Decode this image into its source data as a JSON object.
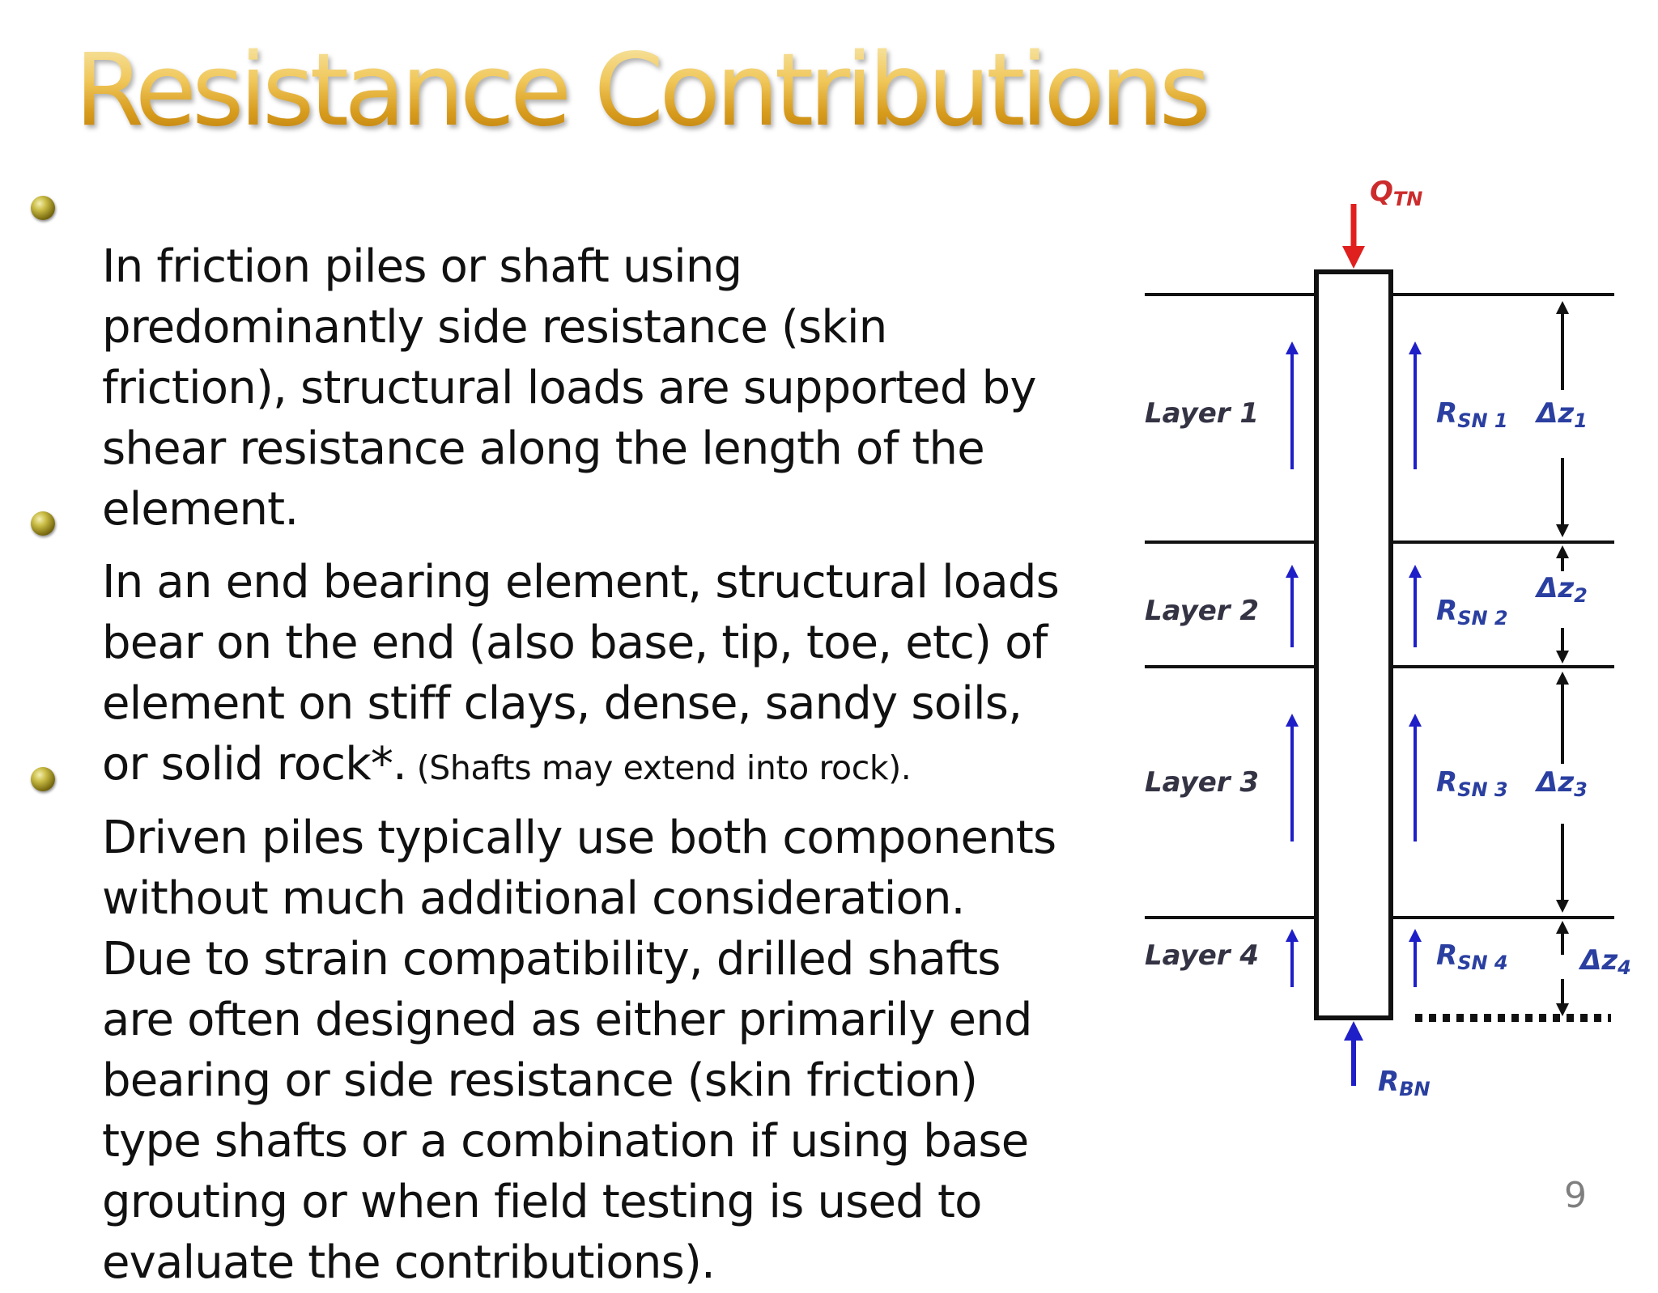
{
  "title": "Resistance Contributions",
  "bullets": [
    {
      "text": "In friction piles or shaft using\npredominantly side resistance (skin\nfriction), structural loads are supported by\nshear resistance along the length of the\nelement."
    },
    {
      "text": "In an end bearing element, structural loads\nbear on the end (also base, tip, toe, etc) of\nelement on stiff clays, dense, sandy soils,\nor solid rock*.",
      "note": " (Shafts may extend into rock)."
    },
    {
      "text": "Driven piles typically use both components\nwithout much additional consideration.\nDue to strain compatibility, drilled shafts\nare often designed as either primarily end\nbearing or side resistance (skin friction)\ntype shafts or a combination if using base\ngrouting or when field testing is used to\nevaluate the contributions)."
    }
  ],
  "diagram": {
    "top_load": {
      "main": "Q",
      "sub": "TN"
    },
    "base_resistance": {
      "main": "R",
      "sub": "BN"
    },
    "layers": [
      {
        "label": "Layer 1",
        "side": {
          "main": "R",
          "sub": "SN 1"
        },
        "dz": {
          "main": "Δz",
          "sub": "1"
        }
      },
      {
        "label": "Layer 2",
        "side": {
          "main": "R",
          "sub": "SN 2"
        },
        "dz": {
          "main": "Δz",
          "sub": "2"
        }
      },
      {
        "label": "Layer 3",
        "side": {
          "main": "R",
          "sub": "SN 3"
        },
        "dz": {
          "main": "Δz",
          "sub": "3"
        }
      },
      {
        "label": "Layer 4",
        "side": {
          "main": "R",
          "sub": "SN 4"
        },
        "dz": {
          "main": "Δz",
          "sub": "4"
        }
      }
    ],
    "colors": {
      "load_arrow": "#e0201e",
      "resistance_arrow": "#1f1fc8",
      "label": "#333344",
      "symbol": "#2a3fa0"
    }
  },
  "page_number": "9"
}
